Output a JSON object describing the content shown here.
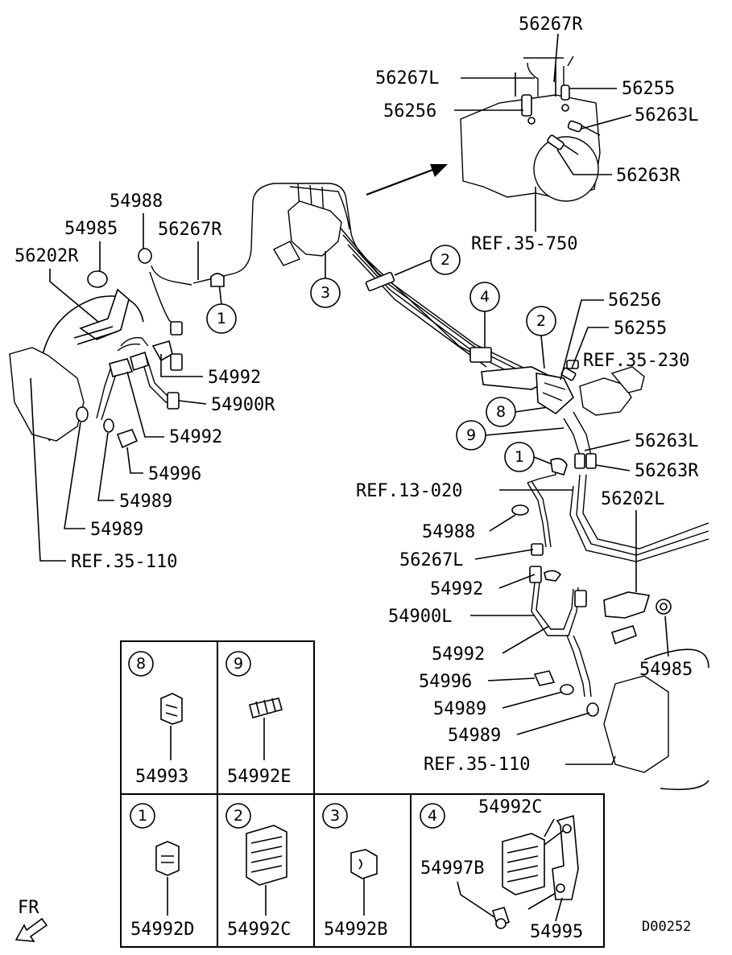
{
  "callouts": {
    "top_56267R": "56267R",
    "top_56267L": "56267L",
    "top_56255": "56255",
    "top_56256": "56256",
    "top_56263L": "56263L",
    "top_56263R": "56263R",
    "ref_35_750": "REF.35-750",
    "left_54988": "54988",
    "left_54985": "54985",
    "left_56267R": "56267R",
    "left_56202R": "56202R",
    "left_54992_a": "54992",
    "left_54900R": "54900R",
    "left_54992_b": "54992",
    "left_54996": "54996",
    "left_54989_a": "54989",
    "left_54989_b": "54989",
    "left_ref_35_110": "REF.35-110",
    "right_56256": "56256",
    "right_56255": "56255",
    "ref_35_230": "REF.35-230",
    "right_56263L": "56263L",
    "right_56263R": "56263R",
    "ref_13_020": "REF.13-020",
    "right_56202L": "56202L",
    "right_54988": "54988",
    "right_56267L": "56267L",
    "right_54992_a": "54992",
    "right_54900L": "54900L",
    "right_54992_b": "54992",
    "right_54985": "54985",
    "right_54996": "54996",
    "right_54989_a": "54989",
    "right_54989_b": "54989",
    "right_ref_35_110": "REF.35-110"
  },
  "markers": {
    "m1_left": "1",
    "m2_top": "2",
    "m3": "3",
    "m4": "4",
    "m2_mid": "2",
    "m8": "8",
    "m9": "9",
    "m1_right": "1"
  },
  "detail_boxes": {
    "box8": {
      "number": "8",
      "part": "54993"
    },
    "box9": {
      "number": "9",
      "part": "54992E"
    },
    "box1": {
      "number": "1",
      "part": "54992D"
    },
    "box2": {
      "number": "2",
      "part": "54992C"
    },
    "box3": {
      "number": "3",
      "part": "54992B"
    },
    "box4": {
      "number": "4",
      "part_top": "54992C",
      "part_left": "54997B",
      "part_bottom": "54995"
    }
  },
  "direction_label": "FR",
  "diagram_code": "D00252"
}
